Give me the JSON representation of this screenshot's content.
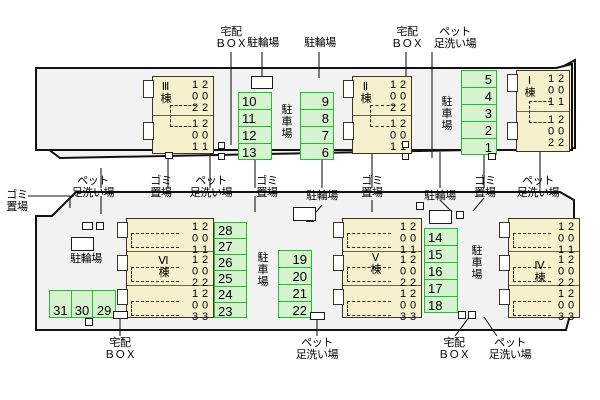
{
  "plan": {
    "title_visible": false,
    "colors": {
      "site_fill": "#f2f2f2",
      "site_stroke": "#111111",
      "building_fill": "#f7f0cd",
      "building_stroke": "#3b3526",
      "parking_fill": "#d6f2cf",
      "parking_stroke": "#1fbf2f",
      "text": "#000000"
    },
    "labels": {
      "delivery_box": {
        "line1": "宅配",
        "line2": "ＢＯＸ"
      },
      "bicycle_parking": "駐輪場",
      "pet_wash": {
        "line1": "ペット",
        "line2": "足洗い場"
      },
      "garbage": {
        "line1": "ゴミ",
        "line2": "置場"
      },
      "car_parking": "駐車場"
    },
    "buildings": [
      {
        "name": "Ⅰ棟",
        "units": [
          {
            "upper": "201",
            "lower": "101"
          },
          {
            "upper": "202",
            "lower": "102"
          }
        ]
      },
      {
        "name": "Ⅱ棟",
        "units": [
          {
            "upper": "202",
            "lower": "102"
          },
          {
            "upper": "201",
            "lower": "101"
          }
        ]
      },
      {
        "name": "Ⅲ棟",
        "units": [
          {
            "upper": "202",
            "lower": "102"
          },
          {
            "upper": "201",
            "lower": "101"
          }
        ]
      },
      {
        "name": "Ⅳ棟",
        "units": [
          {
            "upper": "201",
            "lower": "101"
          },
          {
            "upper": "202",
            "lower": "102"
          },
          {
            "upper": "203",
            "lower": "103"
          }
        ]
      },
      {
        "name": "Ⅴ棟",
        "units": [
          {
            "upper": "201",
            "lower": "101"
          },
          {
            "upper": "202",
            "lower": "102"
          },
          {
            "upper": "203",
            "lower": "103"
          }
        ]
      },
      {
        "name": "Ⅵ棟",
        "units": [
          {
            "upper": "201",
            "lower": "101"
          },
          {
            "upper": "202",
            "lower": "102"
          },
          {
            "upper": "203",
            "lower": "103"
          }
        ]
      }
    ],
    "parking_groups": [
      {
        "id": "lot-a-left",
        "stalls": [
          "10",
          "11",
          "12",
          "13"
        ]
      },
      {
        "id": "lot-a-right",
        "stalls": [
          "9",
          "8",
          "7",
          "6"
        ]
      },
      {
        "id": "lot-b",
        "stalls": [
          "5",
          "4",
          "3",
          "2",
          "1"
        ]
      },
      {
        "id": "lot-c",
        "stalls": [
          "28",
          "27",
          "26",
          "25",
          "24",
          "23"
        ]
      },
      {
        "id": "lot-d",
        "stalls": [
          "19",
          "20",
          "21",
          "22"
        ]
      },
      {
        "id": "lot-e",
        "stalls": [
          "14",
          "15",
          "16",
          "17",
          "18"
        ]
      },
      {
        "id": "lot-f",
        "stalls": [
          "31",
          "30",
          "29"
        ]
      }
    ]
  }
}
